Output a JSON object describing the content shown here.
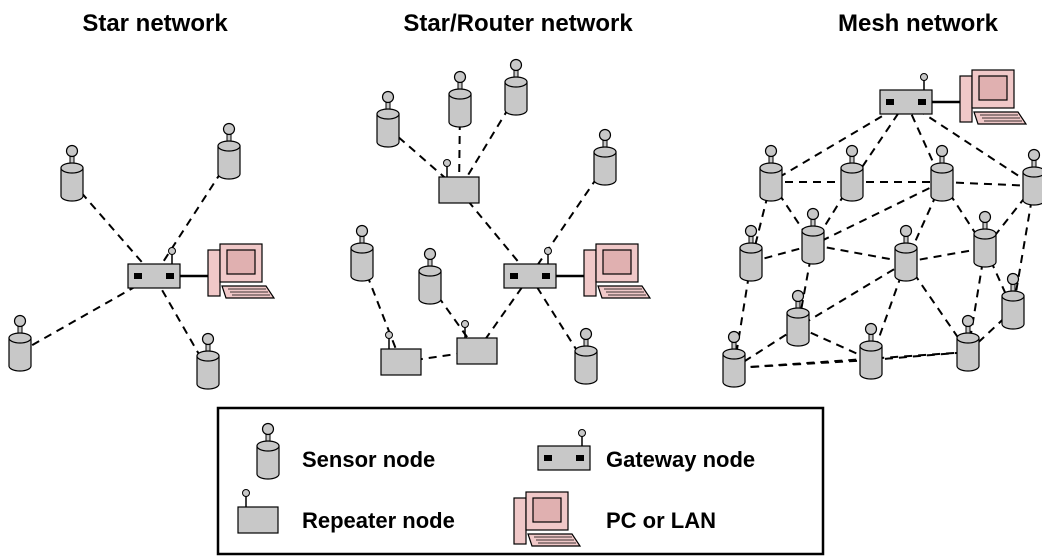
{
  "titles": {
    "star": "Star network",
    "star_router": "Star/Router network",
    "mesh": "Mesh network"
  },
  "legend": {
    "sensor": "Sensor node",
    "gateway": "Gateway node",
    "repeater": "Repeater node",
    "pc": "PC or LAN"
  },
  "colors": {
    "node_fill": "#c8c8c8",
    "pc_fill": "#f0c8c8",
    "pc_screen": "#e0b0b0",
    "line": "#000000"
  }
}
